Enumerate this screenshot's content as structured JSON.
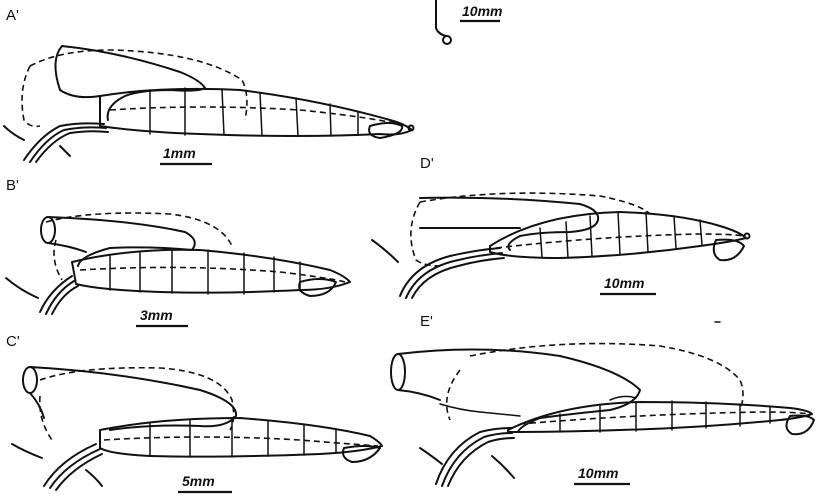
{
  "figure": {
    "panels": [
      {
        "id": "A",
        "label": "A'",
        "scale": "1mm"
      },
      {
        "id": "B",
        "label": "B'",
        "scale": "3mm"
      },
      {
        "id": "C",
        "label": "C'",
        "scale": "5mm"
      },
      {
        "id": "D",
        "label": "D'",
        "scale": "10mm"
      },
      {
        "id": "E",
        "label": "E'",
        "scale": "10mm"
      }
    ],
    "top_scale": "10mm"
  }
}
